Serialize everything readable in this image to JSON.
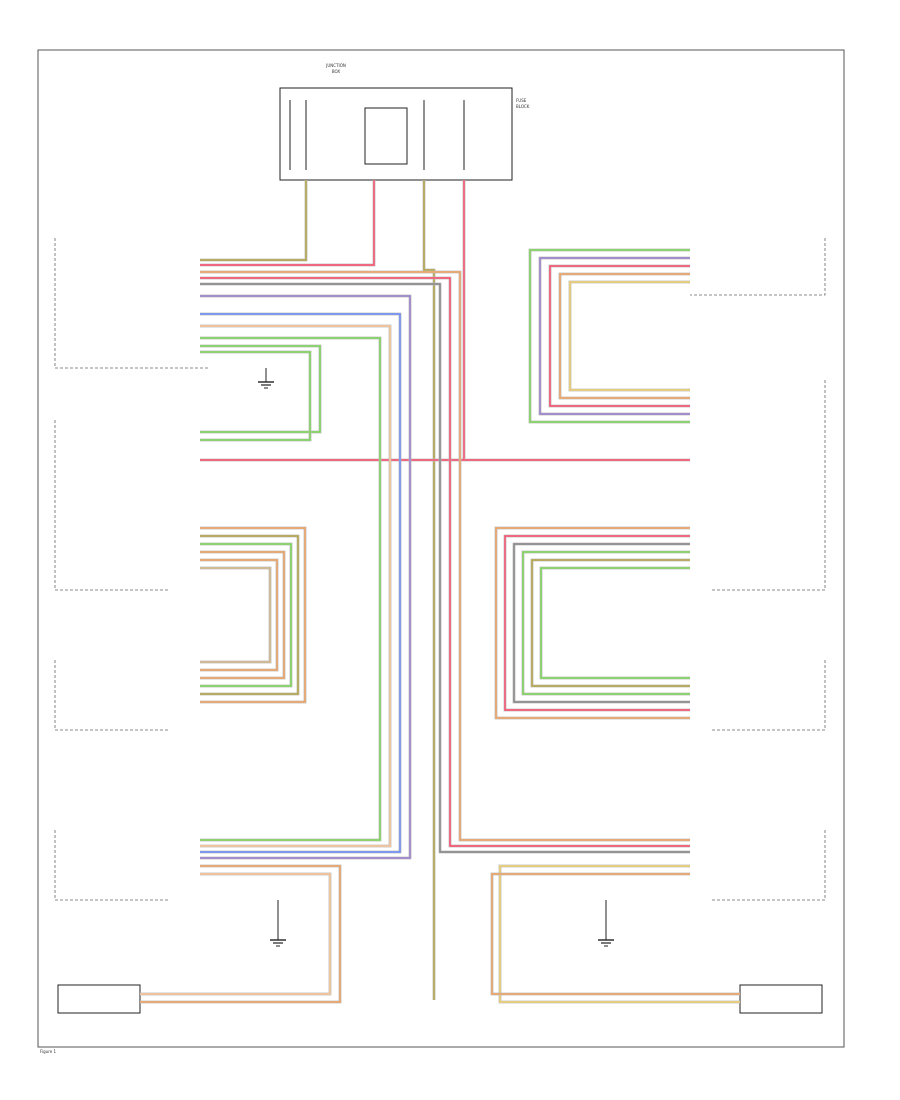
{
  "footnote": "Figure 1",
  "wire_colors": {
    "orange": "#f4a460",
    "pink": "#ff4d6d",
    "green": "#7ed957",
    "olive": "#b5a642",
    "purple": "#9b7fd1",
    "blue": "#6b8cff",
    "gray": "#888888",
    "peach": "#ffc896",
    "yellow": "#f2d36b",
    "tan": "#d8b98a",
    "red": "#e23b3b"
  },
  "top_module": {
    "title_lines": [
      "JUNCTION",
      "BOX"
    ],
    "right_note": [
      "FUSE",
      "BLOCK"
    ]
  }
}
